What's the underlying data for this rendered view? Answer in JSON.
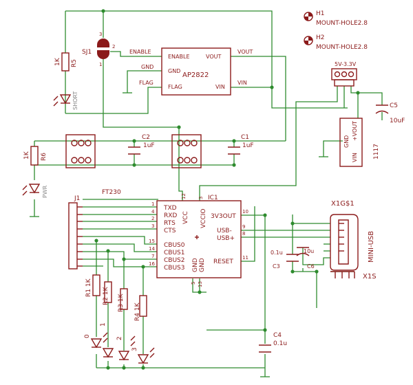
{
  "components": {
    "ap2822": {
      "name": "AP2822",
      "pins": [
        "ENABLE",
        "GND",
        "FLAG",
        "VOUT",
        "VIN"
      ],
      "net_left": [
        "ENABLE",
        "GND",
        "FLAG"
      ],
      "net_right": [
        "VOUT",
        "VIN"
      ]
    },
    "ft230": {
      "value": "FT230",
      "ref": "IC1",
      "pins_left": [
        "TXD",
        "RXD",
        "RTS",
        "CTS",
        "CBUS0",
        "CBUS1",
        "CBUS2",
        "CBUS3"
      ],
      "pinnums_left": [
        "1",
        "4",
        "2",
        "3",
        "15",
        "14",
        "7",
        "16"
      ],
      "pins_right": [
        "3V3OUT",
        "USB-",
        "USB+",
        "RESET"
      ],
      "pinnums_right": [
        "10",
        "9",
        "8",
        "11"
      ],
      "pins_top": [
        "VCC",
        "VCCIO"
      ],
      "pinnums_top": [
        "12",
        "3"
      ],
      "pins_bottom": [
        "GND",
        "GND"
      ],
      "pinnums_bottom": [
        "5",
        "13"
      ]
    },
    "sj1": {
      "ref": "SJ1",
      "pins": [
        "3",
        "2",
        "1"
      ]
    },
    "r5": {
      "value": "1K",
      "ref": "R5"
    },
    "r6": {
      "value": "1K",
      "ref": "R6"
    },
    "led_short": {
      "label": "SHORT"
    },
    "led_pwr": {
      "label": "PWR"
    },
    "c1": {
      "ref": "C1",
      "value": "1uF"
    },
    "c2": {
      "ref": "C2",
      "value": "1uF"
    },
    "c3": {
      "ref": "C3",
      "value": "0.1u"
    },
    "c4": {
      "ref": "C4",
      "value": "0.1u"
    },
    "c5": {
      "ref": "C5",
      "value": "10uF"
    },
    "c6": {
      "ref": "C6",
      "value": "10u"
    },
    "j1": {
      "ref": "J1"
    },
    "h1": {
      "ref": "H1",
      "value": "MOUNT-HOLE2.8"
    },
    "h2": {
      "ref": "H2",
      "value": "MOUNT-HOLE2.8"
    },
    "sel": {
      "label": "5V-3.3V"
    },
    "reg1117": {
      "value": "1117",
      "pins": [
        "GND",
        "+VOUT",
        "VIN"
      ]
    },
    "usb": {
      "ref": "X1G$1",
      "value": "MINI-USB",
      "ref2": "X1S"
    },
    "resistors": [
      {
        "ref": "R1",
        "value": "1K"
      },
      {
        "ref": "R2",
        "value": "1K"
      },
      {
        "ref": "R3",
        "value": "1K"
      },
      {
        "ref": "R4",
        "value": "1K"
      }
    ],
    "cbus_leds": [
      "0",
      "1",
      "2",
      "3"
    ]
  }
}
